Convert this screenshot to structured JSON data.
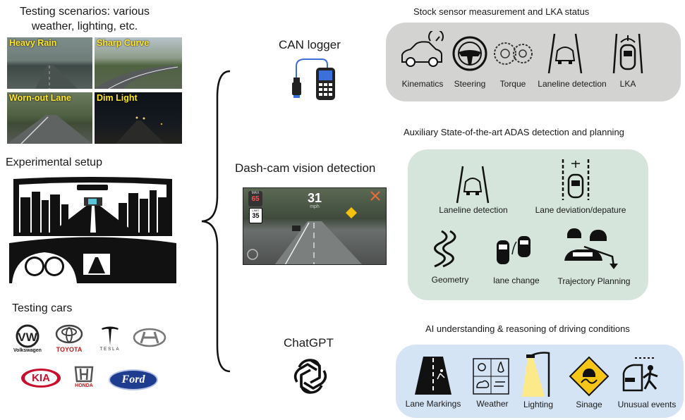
{
  "left": {
    "scenarios_title": "Testing scenarios: various\nweather, lighting, etc.",
    "photos": [
      "Heavy Rain",
      "Sharp Curve",
      "Worn-out Lane",
      "Dim Light"
    ],
    "setup_title": "Experimental setup",
    "cars_title": "Testing cars",
    "car_brands": [
      "Volkswagen",
      "TOYOTA",
      "TESLA",
      "KIA",
      "HONDA",
      "Ford"
    ]
  },
  "middle": {
    "can_logger": "CAN logger",
    "dashcam": "Dash-cam vision detection",
    "dashcam_screen": {
      "speed": "31",
      "unit": "mph",
      "max_label": "MAX",
      "max_value": "65",
      "limit_label": "LIMIT",
      "limit_value": "35"
    },
    "chatgpt": "ChatGPT"
  },
  "right": {
    "stock": {
      "title": "Stock sensor measurement and LKA  status",
      "items": [
        "Kinematics",
        "Steering",
        "Torque",
        "Laneline detection",
        "LKA"
      ],
      "color": "#d3d3d1"
    },
    "adas": {
      "title": "Auxiliary State-of-the-art ADAS detection and planning",
      "items": [
        "Laneline detection",
        "Lane deviation/depature",
        "Geometry",
        "lane change",
        "Trajectory Planning"
      ],
      "color": "#d6e5dc"
    },
    "ai": {
      "title": "AI understanding & reasoning of driving conditions",
      "items": [
        "Lane Markings",
        "Weather",
        "Lighting",
        "Sinage",
        "Unusual events"
      ],
      "color": "#d5e4f5"
    }
  }
}
